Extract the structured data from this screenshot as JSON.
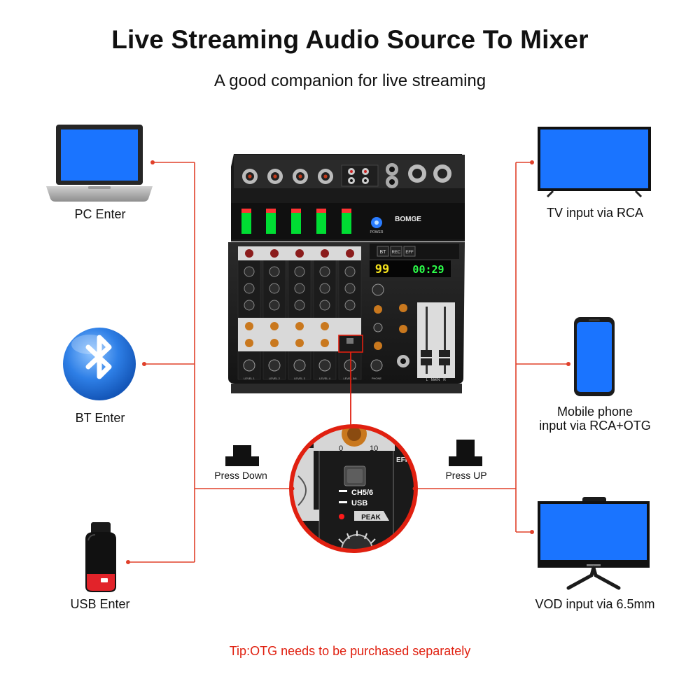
{
  "header": {
    "title": "Live Streaming Audio Source To Mixer",
    "subtitle": "A good companion for live streaming"
  },
  "sources": {
    "pc": "PC Enter",
    "bt": "BT Enter",
    "usb": "USB Enter"
  },
  "outputs": {
    "tv": "TV input via RCA",
    "mobile_line1": "Mobile phone",
    "mobile_line2": "input via RCA+OTG",
    "vod": "VOD input via 6.5mm"
  },
  "switch": {
    "press_down": "Press Down",
    "press_up": "Press UP"
  },
  "mixer": {
    "brand": "BOMGE",
    "display_left": "99",
    "display_right": "00:29",
    "power": "POWER",
    "btn_bt": "BT",
    "btn_rec": "REC",
    "btn_eff": "EFF",
    "fader_main": "MAIN",
    "fader_l": "L",
    "fader_r": "R",
    "phone": "PHONE",
    "peak": "PEAK",
    "level_labels": [
      "LEVEL 1",
      "LEVEL 2",
      "LEVEL 3",
      "LEVEL 4",
      "LEVEL 5/6",
      "PHONE"
    ]
  },
  "zoom": {
    "ch56": "CH5/6",
    "usb": "USB",
    "peak": "PEAK",
    "eff": "EFF",
    "scale_0": "0",
    "scale_10": "10"
  },
  "footer": {
    "tip": "Tip:OTG needs to be purchased separately"
  },
  "colors": {
    "connector_line": "#e0402a",
    "screen_blue": "#1a74ff",
    "tip_red": "#e02010"
  }
}
